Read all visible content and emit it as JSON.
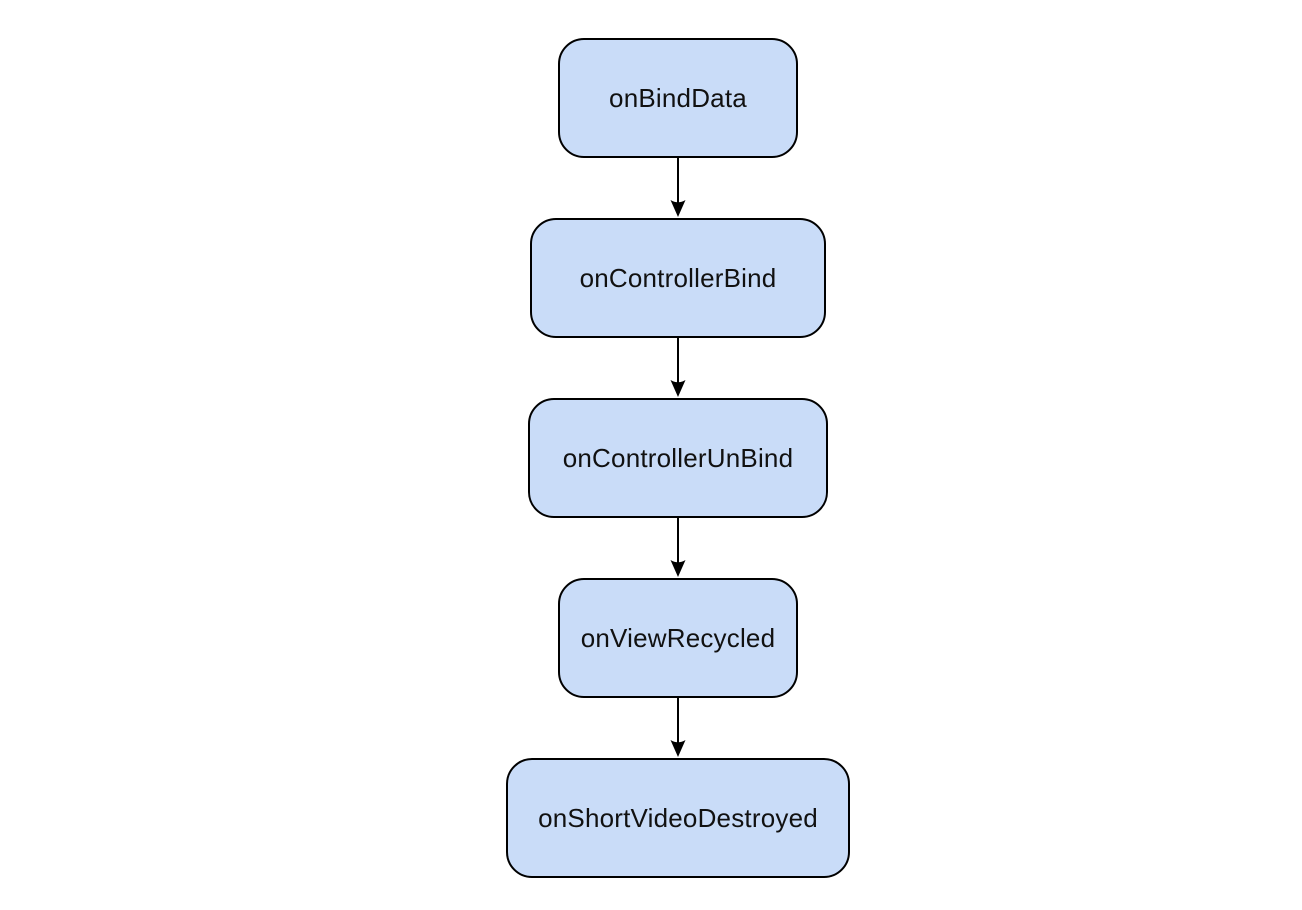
{
  "diagram": {
    "type": "flowchart",
    "direction": "top-down",
    "nodes": [
      {
        "id": "node-1",
        "label": "onBindData"
      },
      {
        "id": "node-2",
        "label": "onControllerBind"
      },
      {
        "id": "node-3",
        "label": "onControllerUnBind"
      },
      {
        "id": "node-4",
        "label": "onViewRecycled"
      },
      {
        "id": "node-5",
        "label": "onShortVideoDestroyed"
      }
    ],
    "edges": [
      {
        "from": "onBindData",
        "to": "onControllerBind"
      },
      {
        "from": "onControllerBind",
        "to": "onControllerUnBind"
      },
      {
        "from": "onControllerUnBind",
        "to": "onViewRecycled"
      },
      {
        "from": "onViewRecycled",
        "to": "onShortVideoDestroyed"
      }
    ],
    "colors": {
      "background": "#ffffff",
      "node_fill": "#c9dcf8",
      "node_border": "#000000",
      "text": "#111111",
      "arrow": "#000000"
    }
  }
}
